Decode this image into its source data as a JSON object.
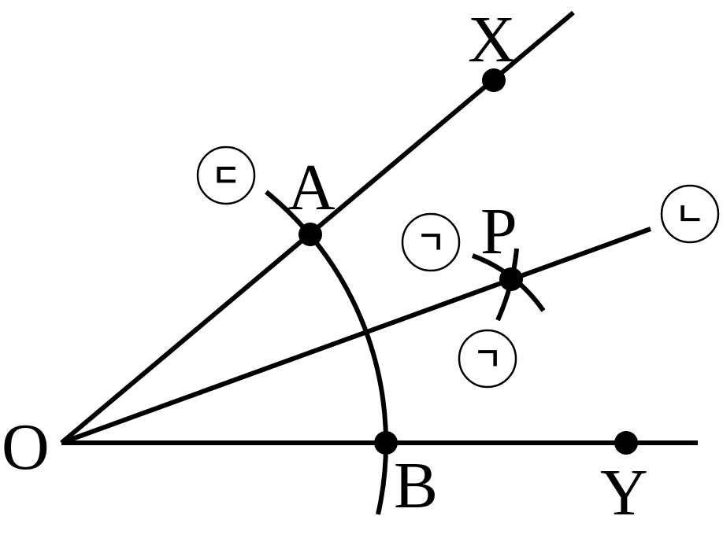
{
  "points": {
    "O": "O",
    "A": "A",
    "B": "B",
    "X": "X",
    "Y": "Y",
    "P": "P"
  },
  "marks": {
    "giyeok_top": "ㄱ",
    "giyeok_bottom": "ㄱ",
    "nieun": "ㄴ",
    "digeut": "ㄷ"
  }
}
